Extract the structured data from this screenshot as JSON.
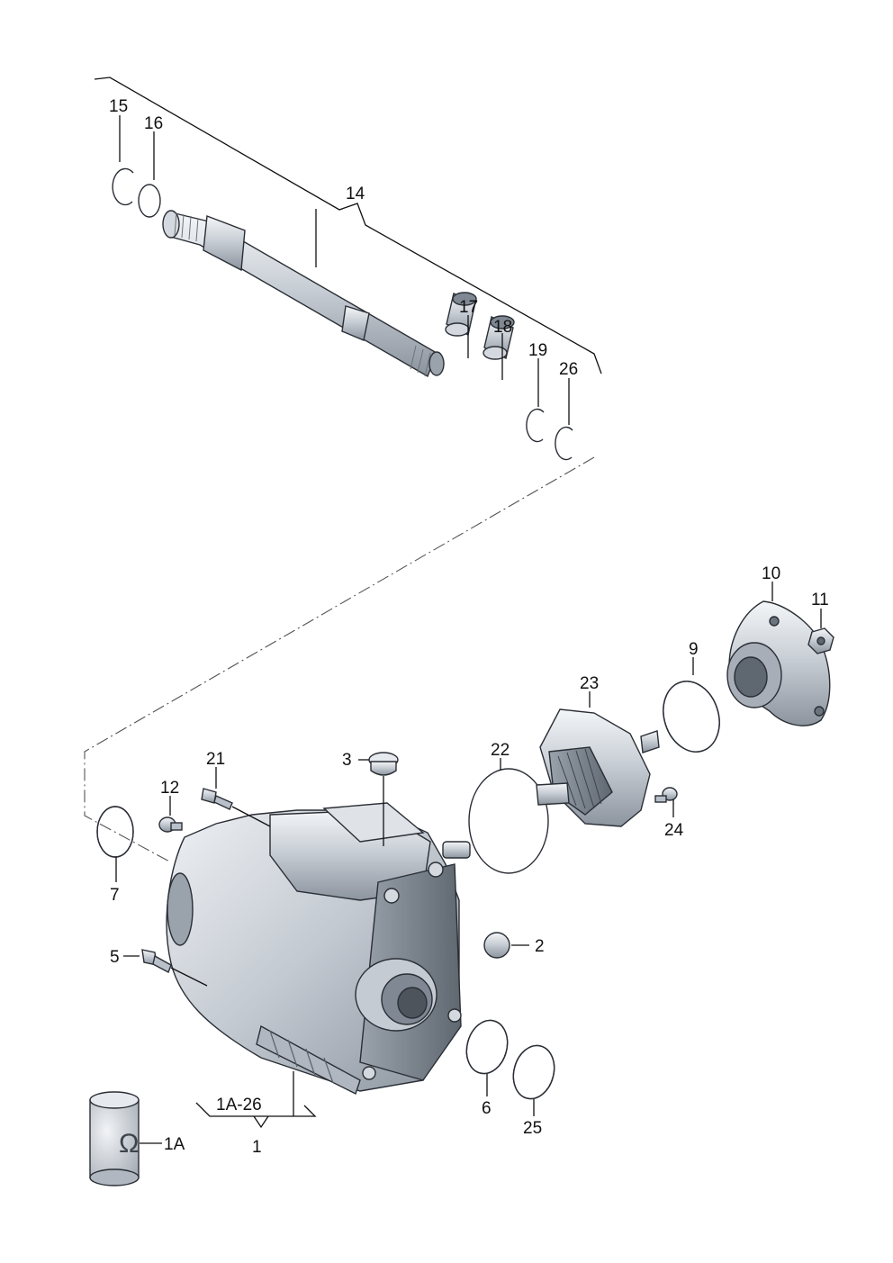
{
  "callouts": {
    "c1": "1",
    "c1A": "1A",
    "c1A26": "1A-26",
    "c2": "2",
    "c3": "3",
    "c5": "5",
    "c6": "6",
    "c7": "7",
    "c9": "9",
    "c10": "10",
    "c11": "11",
    "c12": "12",
    "c14": "14",
    "c15": "15",
    "c16": "16",
    "c17": "17",
    "c18": "18",
    "c19": "19",
    "c21": "21",
    "c22": "22",
    "c23": "23",
    "c24": "24",
    "c25": "25",
    "c26": "26"
  },
  "colors": {
    "metal_light": "#e3e7ec",
    "metal_mid": "#b9c0c9",
    "metal_dark": "#7f8893",
    "line": "#2a2e35"
  }
}
